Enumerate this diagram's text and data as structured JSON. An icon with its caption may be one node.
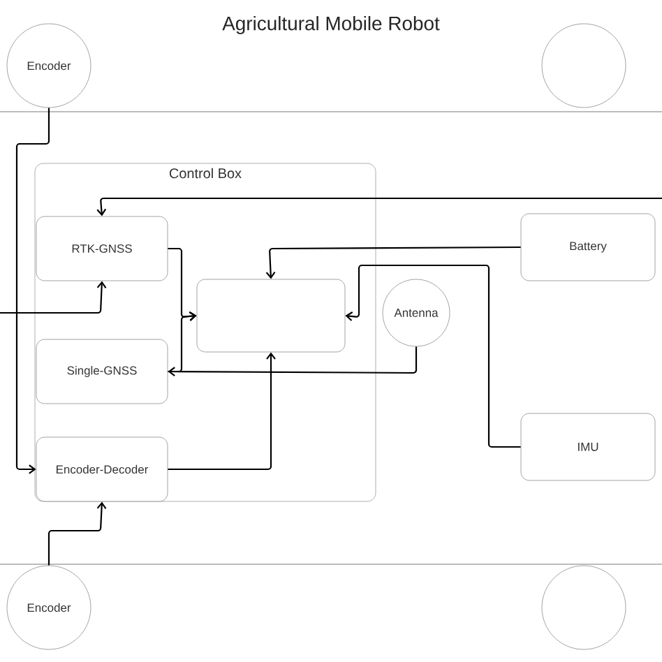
{
  "diagram": {
    "title": "Agricultural Mobile Robot",
    "nodes": [
      {
        "text": [
          "Encoder"
        ]
      },
      {
        "text": [],
        "shape": "circle"
      },
      {
        "text": [
          "Control Box"
        ]
      },
      {
        "text": [
          "RTK-GNSS"
        ],
        "in": 2
      },
      {
        "text": [
          "Battery"
        ]
      },
      {
        "text": [],
        "shape": "box",
        "in": 2
      },
      {
        "text": [
          "Antenna"
        ]
      },
      {
        "text": [
          "Single-GNSS"
        ],
        "in": 2
      },
      {
        "text": [
          "IMU"
        ]
      },
      {
        "text": [
          "Encoder-Decoder"
        ],
        "in": 2
      },
      {
        "text": [
          "Encoder"
        ]
      },
      {
        "text": [],
        "shape": "circle"
      }
    ],
    "edges": [
      {
        "from": 0,
        "to": 9,
        "arrow": "to"
      },
      {
        "from": 10,
        "to": 9,
        "arrow": "to"
      },
      {
        "from": null,
        "to": 3,
        "arrow": "to"
      },
      {
        "from": null,
        "to": 3,
        "arrow": "to"
      },
      {
        "from": 3,
        "to": 5,
        "arrow": "to"
      },
      {
        "from": 7,
        "to": 5,
        "arrow": "to"
      },
      {
        "from": 6,
        "to": 7,
        "arrow": "to"
      },
      {
        "from": 4,
        "to": 5,
        "arrow": "to"
      },
      {
        "from": 8,
        "to": 5,
        "arrow": "to"
      },
      {
        "from": 9,
        "to": 5,
        "arrow": "to"
      }
    ]
  }
}
